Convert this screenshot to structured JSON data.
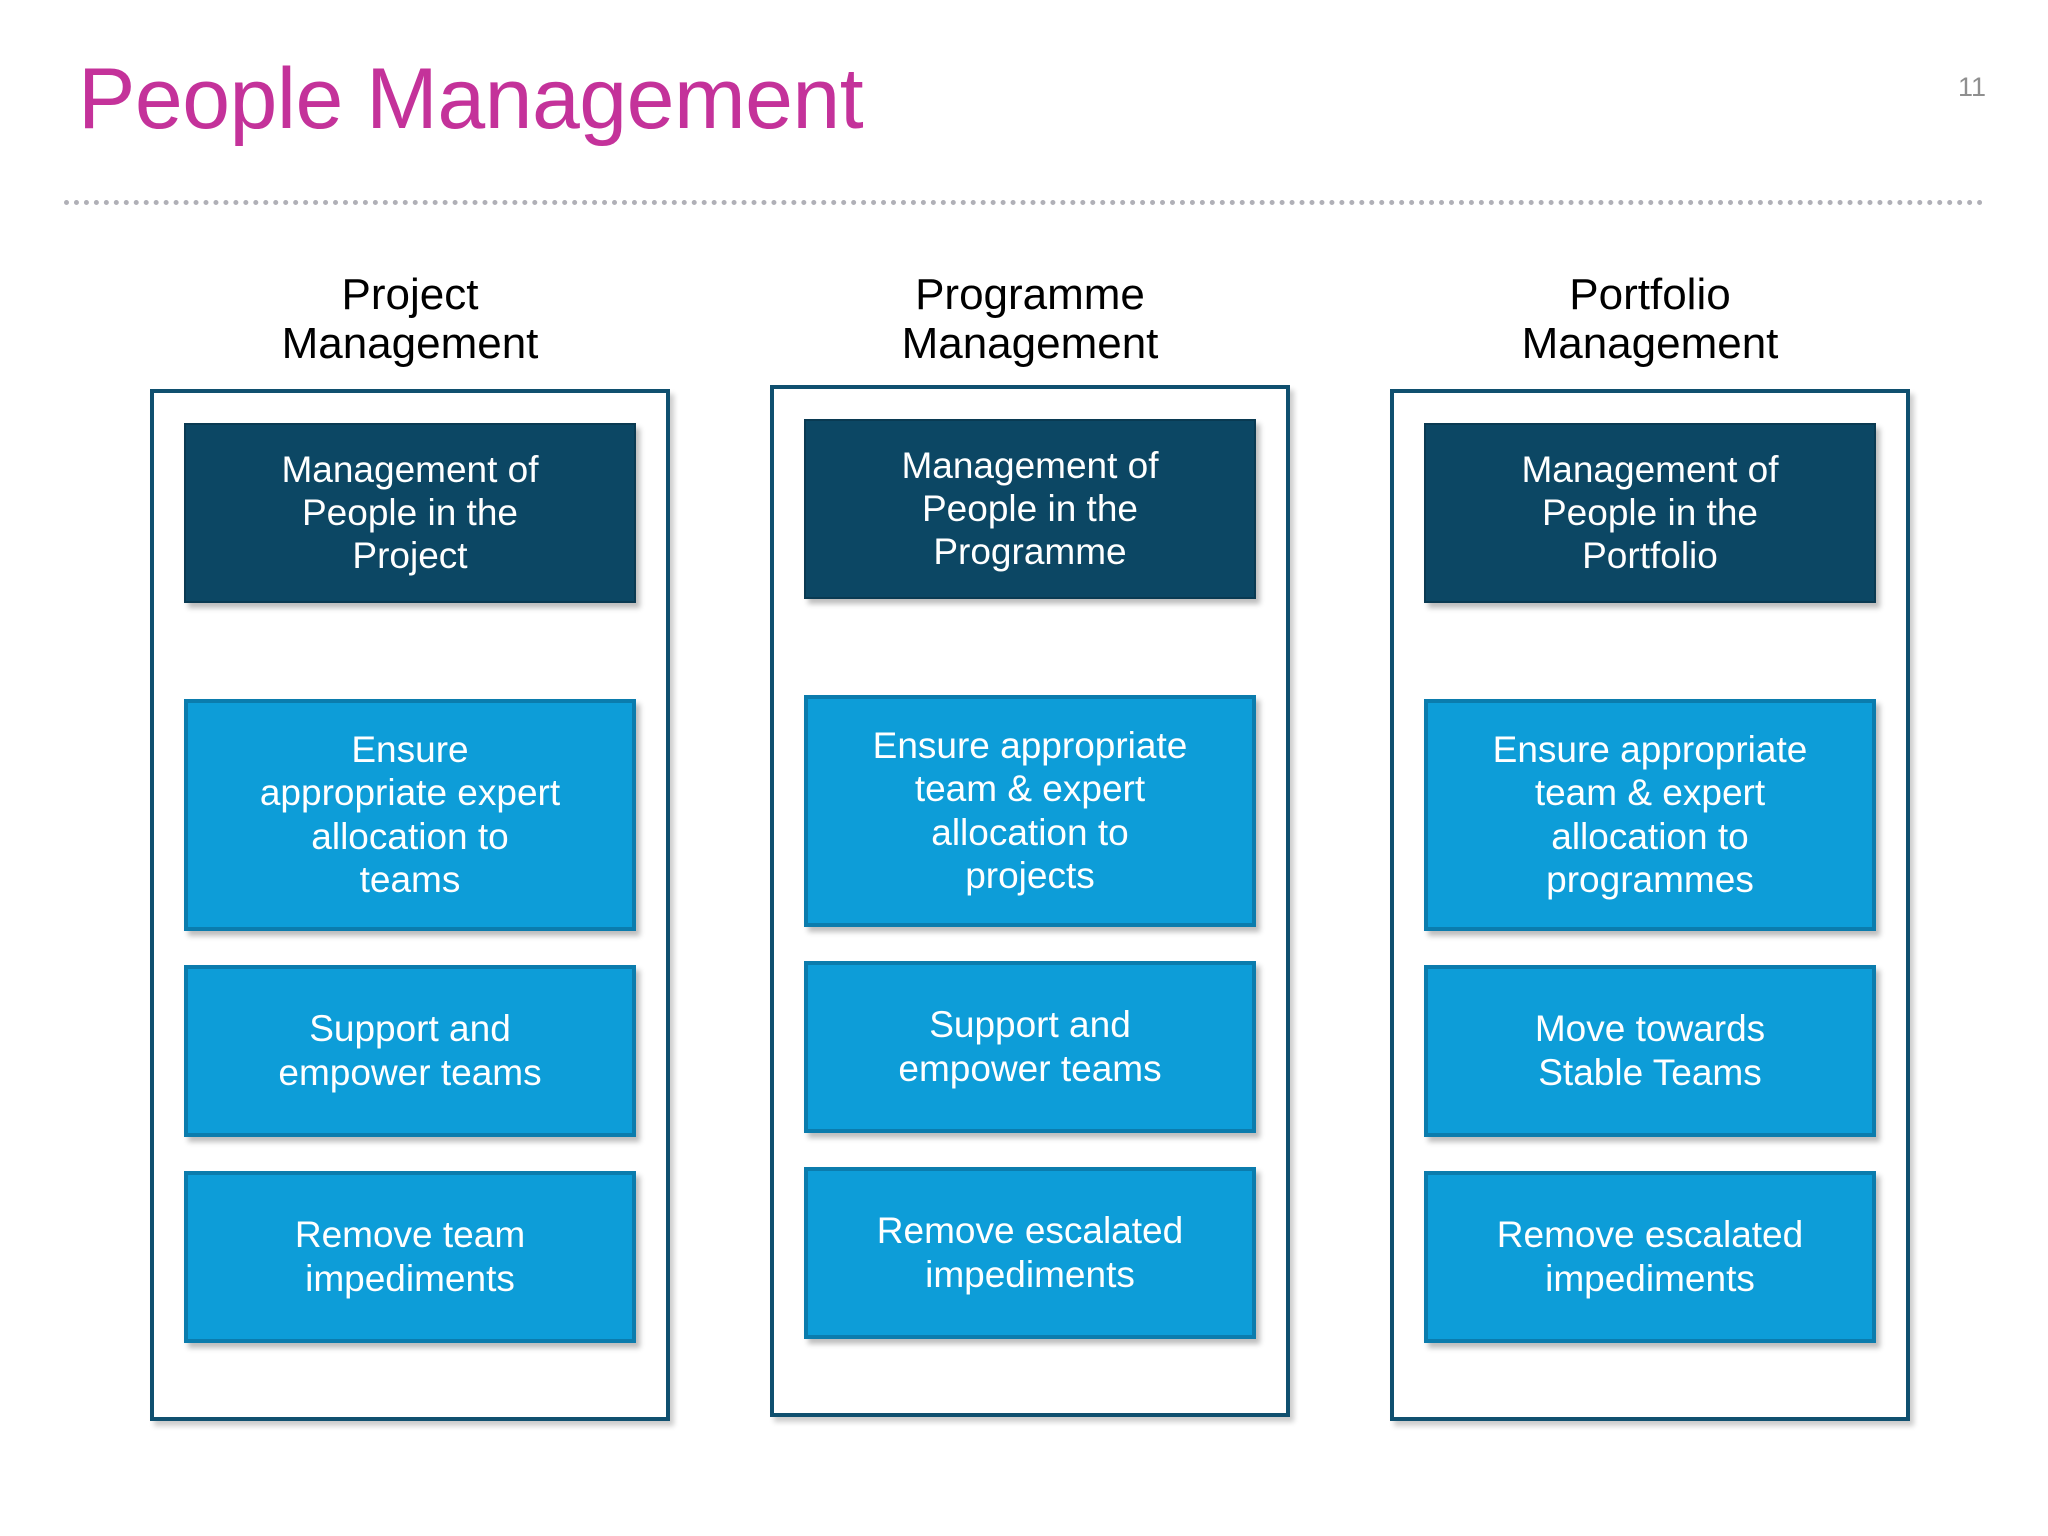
{
  "slide": {
    "title": "People Management",
    "page_number": "11",
    "title_color": "#c4329a",
    "divider_color": "#b0b0b7",
    "dark_box_color": "#0c4764",
    "light_box_color": "#0d9dd8",
    "frame_border_color": "#10506f"
  },
  "columns": [
    {
      "header": "Project\nManagement",
      "lead_box": "Management of\nPeople in the\nProject",
      "items": [
        "Ensure\nappropriate expert\nallocation to\nteams",
        "Support and\nempower teams",
        "Remove team\nimpediments"
      ]
    },
    {
      "header": "Programme\nManagement",
      "lead_box": "Management of\nPeople in the\nProgramme",
      "items": [
        "Ensure appropriate\nteam & expert\nallocation to\nprojects",
        "Support and\nempower teams",
        "Remove escalated\nimpediments"
      ]
    },
    {
      "header": "Portfolio\nManagement",
      "lead_box": "Management of\nPeople in the\nPortfolio",
      "items": [
        "Ensure appropriate\nteam & expert\nallocation to\nprogrammes",
        "Move towards\nStable Teams",
        "Remove escalated\nimpediments"
      ]
    }
  ]
}
